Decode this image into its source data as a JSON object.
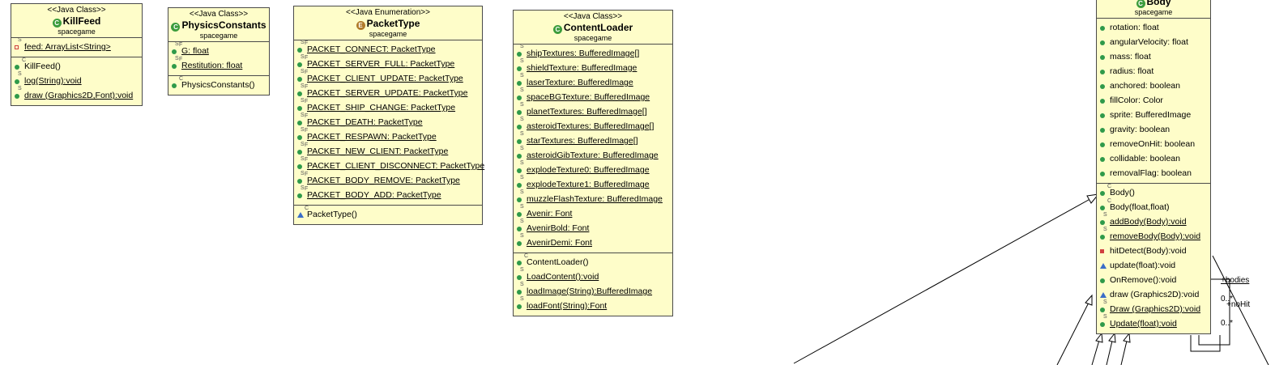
{
  "classes": {
    "killfeed": {
      "stereotype": "<<Java Class>>",
      "name": "KillFeed",
      "package": "spacegame",
      "fields": [
        {
          "text": "feed: ArrayList<String>",
          "vis": "private",
          "static": true,
          "final": false
        }
      ],
      "methods": [
        {
          "text": "KillFeed()",
          "vis": "public",
          "static": false,
          "final": false,
          "ctor": true
        },
        {
          "text": "log(String):void",
          "vis": "public",
          "static": true,
          "final": false
        },
        {
          "text": "draw (Graphics2D,Font):void",
          "vis": "public",
          "static": true,
          "final": false
        }
      ]
    },
    "physicsconstants": {
      "stereotype": "<<Java Class>>",
      "name": "PhysicsConstants",
      "package": "spacegame",
      "fields": [
        {
          "text": "G: float",
          "vis": "public",
          "static": true,
          "final": true
        },
        {
          "text": "Restitution: float",
          "vis": "public",
          "static": true,
          "final": true
        }
      ],
      "methods": [
        {
          "text": "PhysicsConstants()",
          "vis": "public",
          "static": false,
          "final": false,
          "ctor": true
        }
      ]
    },
    "packettype": {
      "stereotype": "<<Java Enumeration>>",
      "name": "PacketType",
      "package": "spacegame",
      "kind": "enum",
      "fields": [
        {
          "text": "PACKET_CONNECT: PacketType",
          "vis": "public",
          "static": true,
          "final": true
        },
        {
          "text": "PACKET_SERVER_FULL: PacketType",
          "vis": "public",
          "static": true,
          "final": true
        },
        {
          "text": "PACKET_CLIENT_UPDATE: PacketType",
          "vis": "public",
          "static": true,
          "final": true
        },
        {
          "text": "PACKET_SERVER_UPDATE: PacketType",
          "vis": "public",
          "static": true,
          "final": true
        },
        {
          "text": "PACKET_SHIP_CHANGE: PacketType",
          "vis": "public",
          "static": true,
          "final": true
        },
        {
          "text": "PACKET_DEATH: PacketType",
          "vis": "public",
          "static": true,
          "final": true
        },
        {
          "text": "PACKET_RESPAWN: PacketType",
          "vis": "public",
          "static": true,
          "final": true
        },
        {
          "text": "PACKET_NEW_CLIENT: PacketType",
          "vis": "public",
          "static": true,
          "final": true
        },
        {
          "text": "PACKET_CLIENT_DISCONNECT: PacketType",
          "vis": "public",
          "static": true,
          "final": true
        },
        {
          "text": "PACKET_BODY_REMOVE: PacketType",
          "vis": "public",
          "static": true,
          "final": true
        },
        {
          "text": "PACKET_BODY_ADD: PacketType",
          "vis": "public",
          "static": true,
          "final": true
        }
      ],
      "methods": [
        {
          "text": "PacketType()",
          "vis": "package",
          "static": false,
          "final": false,
          "ctor": true
        }
      ]
    },
    "contentloader": {
      "stereotype": "<<Java Class>>",
      "name": "ContentLoader",
      "package": "spacegame",
      "fields": [
        {
          "text": "shipTextures: BufferedImage[]",
          "vis": "public",
          "static": true,
          "final": false
        },
        {
          "text": "shieldTexture: BufferedImage",
          "vis": "public",
          "static": true,
          "final": false
        },
        {
          "text": "laserTexture: BufferedImage",
          "vis": "public",
          "static": true,
          "final": false
        },
        {
          "text": "spaceBGTexture: BufferedImage",
          "vis": "public",
          "static": true,
          "final": false
        },
        {
          "text": "planetTextures: BufferedImage[]",
          "vis": "public",
          "static": true,
          "final": false
        },
        {
          "text": "asteroidTextures: BufferedImage[]",
          "vis": "public",
          "static": true,
          "final": false
        },
        {
          "text": "starTextures: BufferedImage[]",
          "vis": "public",
          "static": true,
          "final": false
        },
        {
          "text": "asteroidGibTexture: BufferedImage",
          "vis": "public",
          "static": true,
          "final": false
        },
        {
          "text": "explodeTexture0: BufferedImage",
          "vis": "public",
          "static": true,
          "final": false
        },
        {
          "text": "explodeTexture1: BufferedImage",
          "vis": "public",
          "static": true,
          "final": false
        },
        {
          "text": "muzzleFlashTexture: BufferedImage",
          "vis": "public",
          "static": true,
          "final": false
        },
        {
          "text": "Avenir: Font",
          "vis": "public",
          "static": true,
          "final": false
        },
        {
          "text": "AvenirBold: Font",
          "vis": "public",
          "static": true,
          "final": false
        },
        {
          "text": "AvenirDemi: Font",
          "vis": "public",
          "static": true,
          "final": false
        }
      ],
      "methods": [
        {
          "text": "ContentLoader()",
          "vis": "public",
          "static": false,
          "final": false,
          "ctor": true
        },
        {
          "text": "LoadContent():void",
          "vis": "public",
          "static": true,
          "final": false
        },
        {
          "text": "loadImage(String):BufferedImage",
          "vis": "public",
          "static": true,
          "final": false
        },
        {
          "text": "loadFont(String):Font",
          "vis": "public",
          "static": true,
          "final": false
        }
      ]
    },
    "body": {
      "stereotype": "",
      "name": "Body",
      "package": "spacegame",
      "fields": [
        {
          "text": "rotation: float",
          "vis": "public",
          "static": false,
          "final": false
        },
        {
          "text": "angularVelocity: float",
          "vis": "public",
          "static": false,
          "final": false
        },
        {
          "text": "mass: float",
          "vis": "public",
          "static": false,
          "final": false
        },
        {
          "text": "radius: float",
          "vis": "public",
          "static": false,
          "final": false
        },
        {
          "text": "anchored: boolean",
          "vis": "public",
          "static": false,
          "final": false
        },
        {
          "text": "fillColor: Color",
          "vis": "public",
          "static": false,
          "final": false
        },
        {
          "text": "sprite: BufferedImage",
          "vis": "public",
          "static": false,
          "final": false
        },
        {
          "text": "gravity: boolean",
          "vis": "public",
          "static": false,
          "final": false
        },
        {
          "text": "removeOnHit: boolean",
          "vis": "public",
          "static": false,
          "final": false
        },
        {
          "text": "collidable: boolean",
          "vis": "public",
          "static": false,
          "final": false
        },
        {
          "text": "removalFlag: boolean",
          "vis": "public",
          "static": false,
          "final": false
        }
      ],
      "methods": [
        {
          "text": "Body()",
          "vis": "public",
          "static": false,
          "final": false,
          "ctor": true
        },
        {
          "text": "Body(float,float)",
          "vis": "public",
          "static": false,
          "final": false,
          "ctor": true
        },
        {
          "text": "addBody(Body):void",
          "vis": "public",
          "static": true,
          "final": false
        },
        {
          "text": "removeBody(Body):void",
          "vis": "public",
          "static": true,
          "final": false
        },
        {
          "text": "hitDetect(Body):void",
          "vis": "private",
          "static": false,
          "final": false
        },
        {
          "text": "update(float):void",
          "vis": "package",
          "static": false,
          "final": false
        },
        {
          "text": "OnRemove():void",
          "vis": "public",
          "static": false,
          "final": false
        },
        {
          "text": "draw (Graphics2D):void",
          "vis": "package",
          "static": false,
          "final": false
        },
        {
          "text": "Draw (Graphics2D):void",
          "vis": "public",
          "static": true,
          "final": false
        },
        {
          "text": "Update(float):void",
          "vis": "public",
          "static": true,
          "final": false
        }
      ]
    }
  },
  "associations": {
    "bodies_label": "+bodies",
    "bodies_mult": "0..*",
    "nohit_label": "+noHit",
    "nohit_mult": "0..*"
  },
  "colors": {
    "class_fill": "#fefdc9",
    "border": "#4a4a4a",
    "public": "#2f9a4a",
    "private": "#d04040",
    "package": "#3a6ec8"
  }
}
